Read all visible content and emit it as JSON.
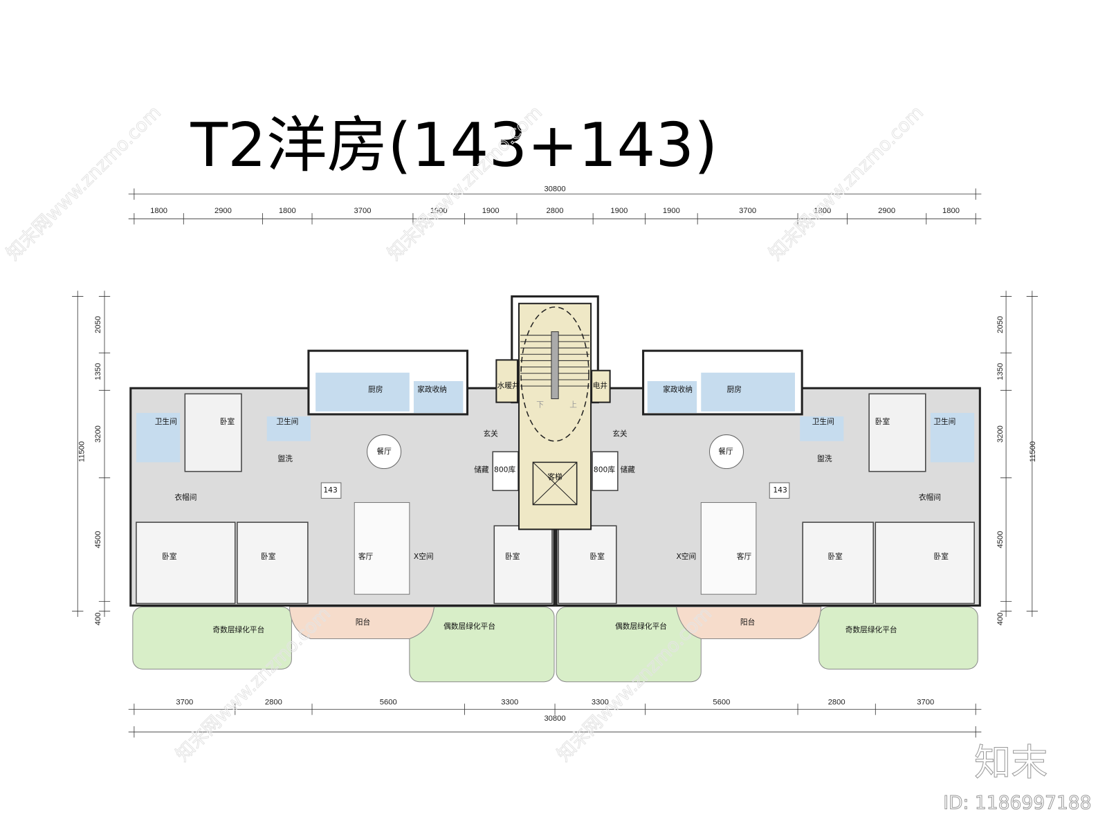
{
  "title": "T2洋房(143+143)",
  "dimensions": {
    "top_total": "30800",
    "top_segments": [
      "1800",
      "2900",
      "1800",
      "3700",
      "1900",
      "1900",
      "2800",
      "1900",
      "1900",
      "3700",
      "1800",
      "2900",
      "1800"
    ],
    "bottom_segments": [
      "3700",
      "2800",
      "5600",
      "3300",
      "3300",
      "5600",
      "2800",
      "3700"
    ],
    "bottom_total": "30800",
    "side_segments": [
      "2050",
      "1350",
      "3200",
      "4500",
      "400"
    ],
    "side_total": "11500"
  },
  "left_unit": {
    "rooms": [
      "卫生间",
      "卧室",
      "卫生间",
      "厨房",
      "家政收纳",
      "盥洗",
      "餐厅",
      "玄关",
      "储藏",
      "800库",
      "143",
      "衣帽间",
      "卧室",
      "卧室",
      "客厅",
      "X空间",
      "卧室",
      "奇数层绿化平台",
      "阳台",
      "偶数层绿化平台"
    ]
  },
  "core": {
    "rooms": [
      "水暖井",
      "电井",
      "下",
      "上",
      "客梯"
    ]
  },
  "right_unit": {
    "rooms": [
      "卧室",
      "X空间",
      "客厅",
      "卧室",
      "卧室",
      "衣帽间",
      "143",
      "餐厅",
      "玄关",
      "800库",
      "储藏",
      "盥洗",
      "卫生间",
      "卧室",
      "卫生间",
      "厨房",
      "家政收纳",
      "偶数层绿化平台",
      "阳台",
      "奇数层绿化平台"
    ]
  },
  "colors": {
    "floor": "#dcdcdc",
    "wet_room": "#c6dcee",
    "core": "#efe8c6",
    "green_terrace": "#d8eec8",
    "balcony": "#f6dccb",
    "wall": "#222222"
  },
  "watermark": {
    "text": "知末网www.znzmo.com",
    "logo": "知末",
    "id": "ID: 1186997188"
  }
}
